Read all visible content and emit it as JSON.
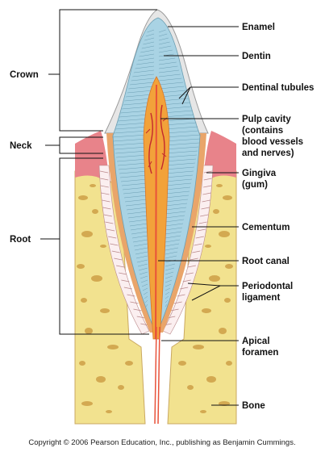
{
  "labels": {
    "crown": "Crown",
    "neck": "Neck",
    "root": "Root",
    "enamel": "Enamel",
    "dentin": "Dentin",
    "dentinal_tubules": "Dentinal tubules",
    "pulp_cavity": [
      "Pulp cavity",
      "(contains",
      "blood vessels",
      "and nerves)"
    ],
    "gingiva": [
      "Gingiva",
      "(gum)"
    ],
    "cementum": "Cementum",
    "root_canal": "Root canal",
    "periodontal_ligament": [
      "Periodontal",
      "ligament"
    ],
    "apical_foramen": [
      "Apical",
      "foramen"
    ],
    "bone": "Bone"
  },
  "copyright": "Copyright © 2006 Pearson Education, Inc., publishing as Benjamin Cummings.",
  "colors": {
    "bone": "#f2e28f",
    "bone_spots": "#c8963c",
    "gingiva": "#e8838a",
    "enamel": "#e6e6e6",
    "dentin": "#a9d3e4",
    "pulp": "#f2a23a",
    "cementum": "#e9a56a",
    "ligament": "#fbeff0"
  }
}
